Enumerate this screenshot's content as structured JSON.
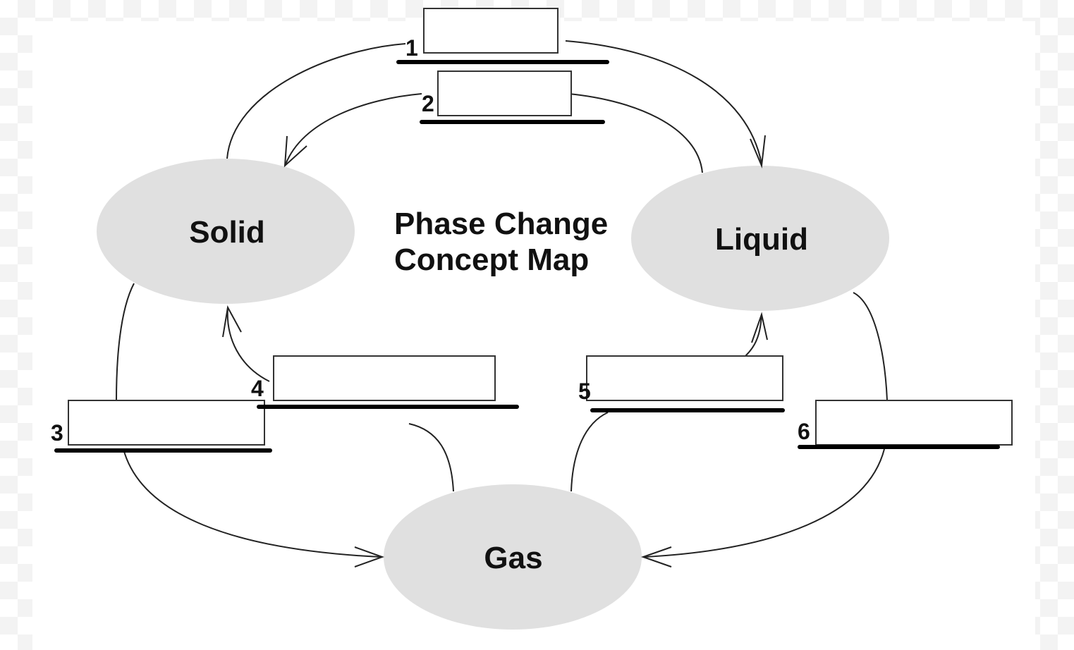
{
  "title": {
    "line1": "Phase Change",
    "line2": "Concept Map"
  },
  "nodes": {
    "solid": "Solid",
    "liquid": "Liquid",
    "gas": "Gas"
  },
  "blanks": [
    {
      "number": "1",
      "value": "",
      "from": "Solid",
      "to": "Liquid"
    },
    {
      "number": "2",
      "value": "",
      "from": "Liquid",
      "to": "Solid"
    },
    {
      "number": "3",
      "value": "",
      "from": "Solid",
      "to": "Gas"
    },
    {
      "number": "4",
      "value": "",
      "from": "Gas",
      "to": "Solid"
    },
    {
      "number": "5",
      "value": "",
      "from": "Gas",
      "to": "Liquid"
    },
    {
      "number": "6",
      "value": "",
      "from": "Liquid",
      "to": "Gas"
    }
  ]
}
